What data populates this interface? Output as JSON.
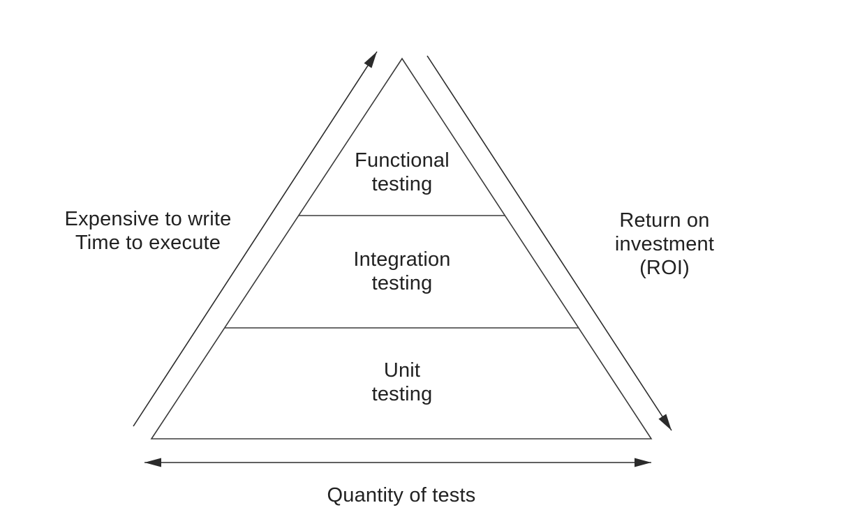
{
  "diagram": {
    "pyramid": {
      "levels": [
        {
          "id": "functional",
          "label": "Functional\ntesting"
        },
        {
          "id": "integration",
          "label": "Integration\ntesting"
        },
        {
          "id": "unit",
          "label": "Unit\ntesting"
        }
      ]
    },
    "annotations": {
      "left_label": "Expensive to write\nTime to execute",
      "right_label": "Return on investment\n(ROI)",
      "bottom_label": "Quantity of tests"
    },
    "icons": {
      "left_arrow": "diagonal-up-arrow-icon",
      "right_arrow": "diagonal-down-arrow-icon",
      "bottom_arrow": "horizontal-double-arrow-icon"
    },
    "colors": {
      "line": "#3a3a3a",
      "text": "#212121",
      "background": "#ffffff"
    }
  }
}
